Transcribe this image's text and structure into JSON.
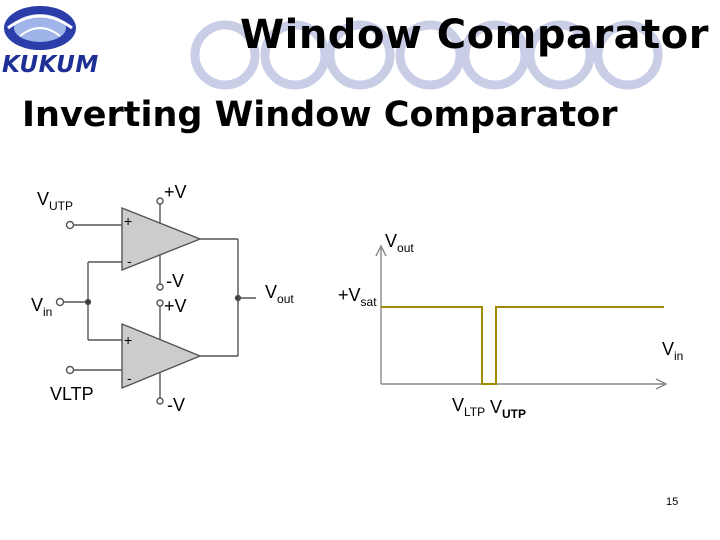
{
  "header": {
    "title": "Window Comparator",
    "logo_text": "KUKUM"
  },
  "slide": {
    "subtitle": "Inverting Window Comparator",
    "page_number": "15"
  },
  "circuit": {
    "vutp_label": "V",
    "vutp_sub": "UTP",
    "vin_label": "V",
    "vin_sub": "in",
    "vltp_label": "VLTP",
    "top_plus_supply": "+V",
    "top_minus_supply": "-V",
    "bottom_plus_supply": "+V",
    "bottom_minus_supply": "-V",
    "plus_sign": "+",
    "minus_sign": "-",
    "vout_label": "V",
    "vout_sub": "out"
  },
  "graph": {
    "y_label": "V",
    "y_sub": "out",
    "vsat_label": "+V",
    "vsat_sub": "sat",
    "x_label": "V",
    "x_sub": "in",
    "vltp_label": "V",
    "vltp_sub": "LTP",
    "vutp_label": "V",
    "vutp_sub": "UTP"
  },
  "colors": {
    "accent_circle": "#c9cde6",
    "opamp_fill": "#cccccc",
    "plot_line": "#a08a00",
    "logo_blue": "#1e2f96"
  }
}
